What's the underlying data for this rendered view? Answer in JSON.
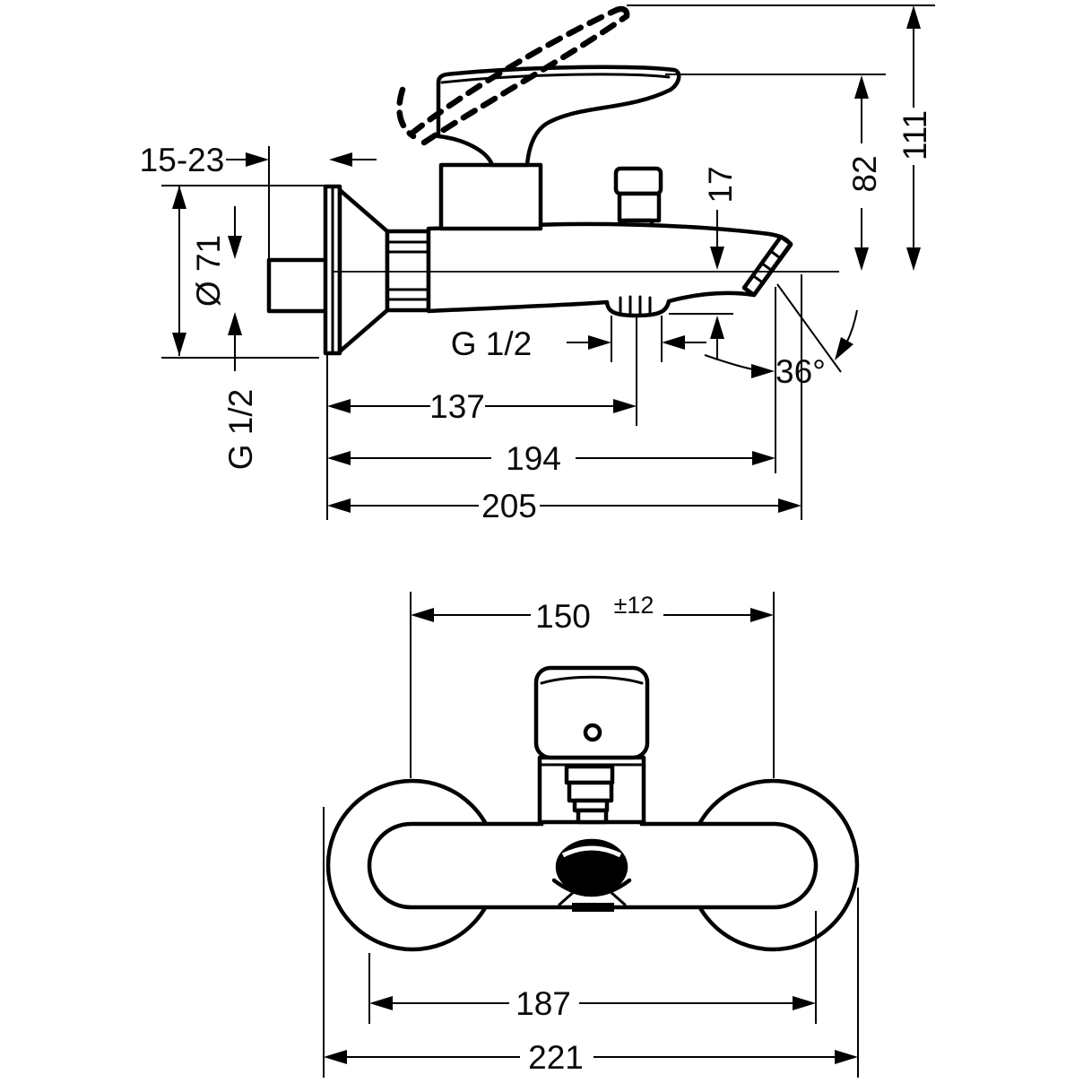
{
  "colors": {
    "line": "#000000",
    "background": "#ffffff"
  },
  "side_view": {
    "labels": {
      "wall_distance": "15-23",
      "escutcheon_diameter": "Ø 71",
      "wall_thread": "G 1/2",
      "outlet_thread": "G 1/2",
      "outlet_offset": "137",
      "reach": "194",
      "depth": "205",
      "outlet_drop": "17",
      "handle_height": "82",
      "total_height": "111",
      "spout_angle": "36°"
    }
  },
  "bottom_view": {
    "labels": {
      "connection_spacing": "150",
      "spacing_tolerance": "±12",
      "body_length": "187",
      "overall_width": "221"
    }
  }
}
